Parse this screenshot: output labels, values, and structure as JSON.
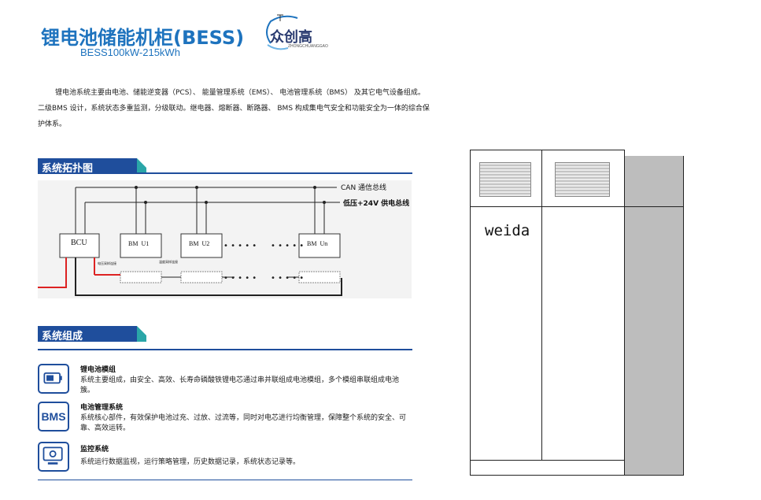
{
  "header": {
    "title": "锂电池储能机柜(BESS)",
    "subtitle": "BESS100kW-215kWh",
    "logo_text": "众创高",
    "logo_sub": "ZHONGCHUANGGAO"
  },
  "intro": {
    "line1": "锂电池系统主要由电池、储能逆变器（PCS）、   能量管理系统（EMS）、    电池管理系统（BMS）  及其它电气设备组成。",
    "line2": "二级BMS 设计，系统状态多重监测，分级联动。继电器、熔断器、断路器、  BMS 构成集电气安全和功能安全为一体的综合保",
    "line3": "护体系。"
  },
  "sections": {
    "topology": "系统拓扑图",
    "composition": "系统组成"
  },
  "diagram": {
    "can_label": "CAN 通信总线",
    "power_label": "低压+24V 供电总线",
    "bcu": "BCU",
    "bmu1": "BM  U1",
    "bmu2": "BM  U2",
    "bmun": "BM  Un",
    "sample1": "电压采样连接",
    "sample2": "温度采样连接"
  },
  "components": [
    {
      "icon": "battery-icon",
      "title": "锂电池模组",
      "desc": "系统主要组成，由安全、高效、长寿命磷酸铁锂电芯通过串并联组成电池模组，多个模组串联组成电池簇。"
    },
    {
      "icon": "bms-icon",
      "icon_text": "BMS",
      "title": "电池管理系统",
      "desc": "系统核心部件，有效保护电池过充、过放、过流等，同时对电芯进行均衡管理，保障整个系统的安全、可靠、高效运转。"
    },
    {
      "icon": "monitor-icon",
      "title": "监控系统",
      "desc": "系统运行数据监视，运行策略管理，历史数据记录，系统状态记录等。"
    }
  ],
  "right_table": {
    "cell_text": "weida"
  }
}
